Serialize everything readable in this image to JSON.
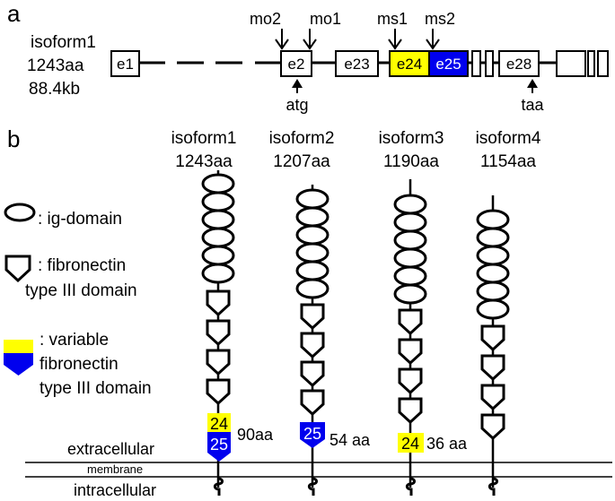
{
  "panel_a": {
    "label": "a",
    "isoform_name": "isoform1",
    "isoform_length": "1243aa",
    "gene_size": "88.4kb",
    "exons": {
      "e1": "e1",
      "e2": "e2",
      "e23": "e23",
      "e24": "e24",
      "e25": "e25",
      "e28": "e28"
    },
    "markers": {
      "mo2": "mo2",
      "mo1": "mo1",
      "ms1": "ms1",
      "ms2": "ms2",
      "atg": "atg",
      "taa": "taa"
    },
    "colors": {
      "e24": "#ffff00",
      "e25": "#0000ee"
    }
  },
  "panel_b": {
    "label": "b",
    "legend": {
      "ig": ": ig-domain",
      "fn_line1": ": fibronectin",
      "fn_line2": "type III domain",
      "var_line1": ": variable",
      "var_line2": "fibronectin",
      "var_line3": "type III domain"
    },
    "isoforms": [
      {
        "name": "isoform1",
        "length": "1243aa",
        "var_a": "24",
        "var_b": "25",
        "var_note": "90aa"
      },
      {
        "name": "isoform2",
        "length": "1207aa",
        "var_b": "25",
        "var_note": "54 aa"
      },
      {
        "name": "isoform3",
        "length": "1190aa",
        "var_a": "24",
        "var_note": "36 aa"
      },
      {
        "name": "isoform4",
        "length": "1154aa"
      }
    ],
    "membrane": {
      "extracellular": "extracellular",
      "membrane": "membrane",
      "intracellular": "intracellular"
    }
  }
}
